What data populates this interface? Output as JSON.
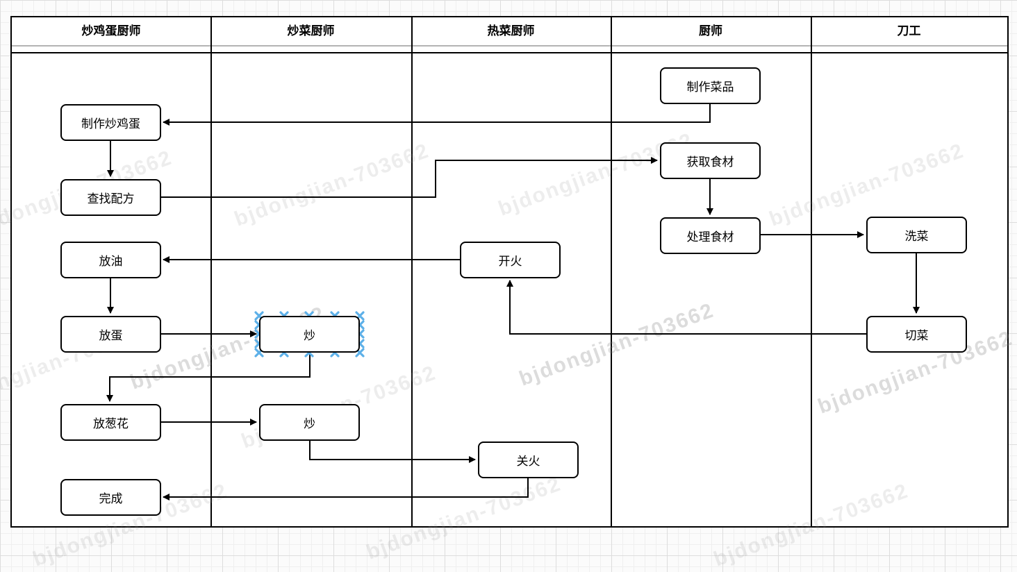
{
  "diagram": {
    "type": "swimlane-flowchart",
    "lanes": [
      {
        "title": "炒鸡蛋厨师"
      },
      {
        "title": "炒菜厨师"
      },
      {
        "title": "热菜厨师"
      },
      {
        "title": "厨师"
      },
      {
        "title": "刀工"
      }
    ],
    "nodes": [
      {
        "label": "制作炒鸡蛋",
        "lane": "炒鸡蛋厨师",
        "selected": false
      },
      {
        "label": "查找配方",
        "lane": "炒鸡蛋厨师",
        "selected": false
      },
      {
        "label": "放油",
        "lane": "炒鸡蛋厨师",
        "selected": false
      },
      {
        "label": "放蛋",
        "lane": "炒鸡蛋厨师",
        "selected": false
      },
      {
        "label": "放葱花",
        "lane": "炒鸡蛋厨师",
        "selected": false
      },
      {
        "label": "完成",
        "lane": "炒鸡蛋厨师",
        "selected": false
      },
      {
        "label": "炒",
        "lane": "炒菜厨师",
        "selected": true
      },
      {
        "label": "炒",
        "lane": "炒菜厨师",
        "selected": false
      },
      {
        "label": "开火",
        "lane": "热菜厨师",
        "selected": false
      },
      {
        "label": "关火",
        "lane": "热菜厨师",
        "selected": false
      },
      {
        "label": "制作菜品",
        "lane": "厨师",
        "selected": false
      },
      {
        "label": "获取食材",
        "lane": "厨师",
        "selected": false
      },
      {
        "label": "处理食材",
        "lane": "厨师",
        "selected": false
      },
      {
        "label": "洗菜",
        "lane": "刀工",
        "selected": false
      },
      {
        "label": "切菜",
        "lane": "刀工",
        "selected": false
      }
    ],
    "edges": [
      {
        "from": "制作菜品",
        "to": "制作炒鸡蛋"
      },
      {
        "from": "制作炒鸡蛋",
        "to": "查找配方"
      },
      {
        "from": "查找配方",
        "to": "获取食材"
      },
      {
        "from": "获取食材",
        "to": "处理食材"
      },
      {
        "from": "处理食材",
        "to": "洗菜"
      },
      {
        "from": "洗菜",
        "to": "切菜"
      },
      {
        "from": "切菜",
        "to": "开火"
      },
      {
        "from": "开火",
        "to": "放油"
      },
      {
        "from": "放油",
        "to": "放蛋"
      },
      {
        "from": "放蛋",
        "to": "炒 (第一个)"
      },
      {
        "from": "炒 (第一个)",
        "to": "放葱花"
      },
      {
        "from": "放葱花",
        "to": "炒 (第二个)"
      },
      {
        "from": "炒 (第二个)",
        "to": "关火"
      },
      {
        "from": "关火",
        "to": "完成"
      }
    ],
    "colors": {
      "node_border": "#000000",
      "edge": "#000000",
      "lane_border": "#000000",
      "header_separator_gray": "#b3b3b3",
      "selection_handle_blue": "#5db0e8"
    }
  },
  "watermark": {
    "text": "bjdongjian-703662"
  }
}
